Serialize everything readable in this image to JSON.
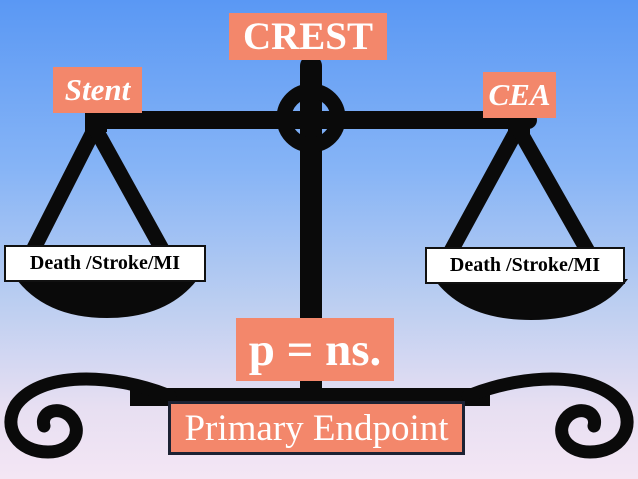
{
  "title": "CREST",
  "left_arm": {
    "label": "Stent",
    "outcome": "Death /Stroke/MI"
  },
  "right_arm": {
    "label": "CEA",
    "outcome": "Death /Stroke/MI"
  },
  "result": "p = ns.",
  "endpoint": "Primary Endpoint",
  "colors": {
    "label_fill": "#f3876b",
    "scale": "#0a0a0a",
    "background_top": "#5a98f4",
    "background_bottom": "#f4e6f4"
  },
  "icons": [
    "balance-scale-icon"
  ]
}
